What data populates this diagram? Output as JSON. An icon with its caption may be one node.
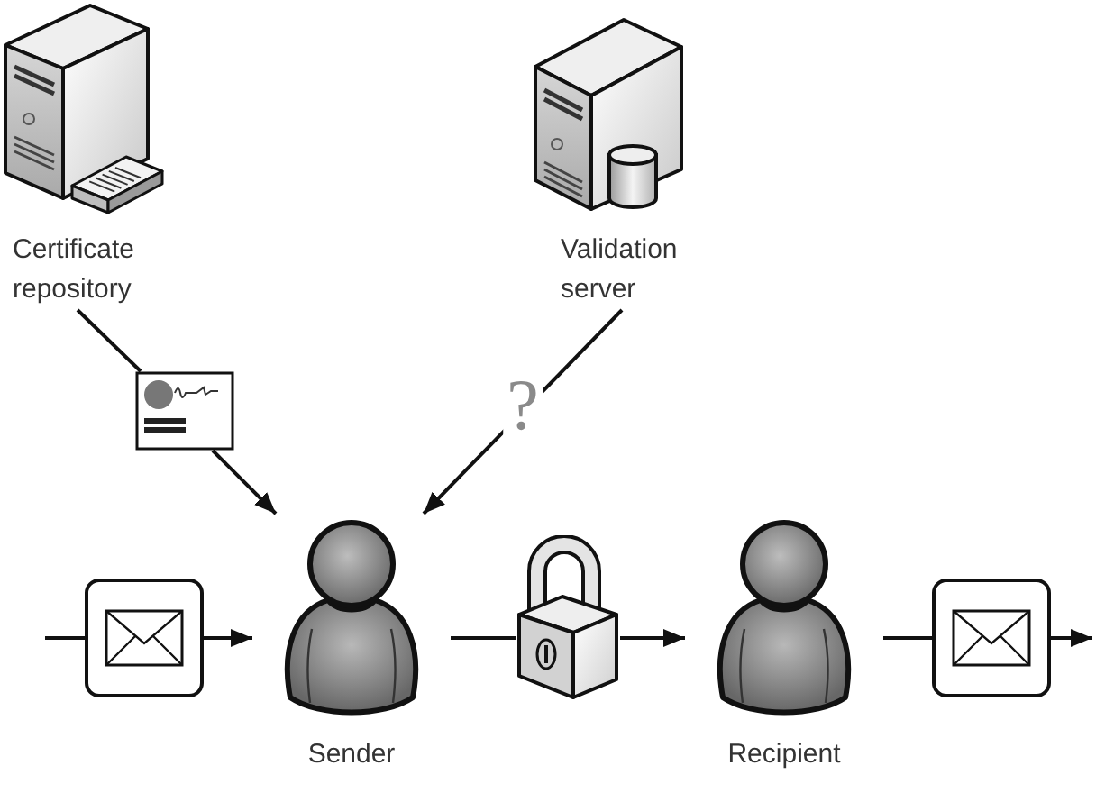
{
  "diagram": {
    "nodes": [
      {
        "text": [
          "Certificate repository"
        ]
      },
      {
        "text": [
          "Validation server"
        ]
      },
      {
        "text": [],
        "shape": "picture"
      },
      {
        "text": [],
        "shape": "box"
      },
      {
        "text": [
          "Sender"
        ]
      },
      {
        "text": [],
        "shape": "picture"
      },
      {
        "text": [
          "Recipient"
        ]
      },
      {
        "text": [],
        "shape": "box"
      }
    ],
    "edges": [
      {
        "from": 0,
        "to": 2,
        "arrow": "none"
      },
      {
        "from": 2,
        "to": 4,
        "arrow": "to"
      },
      {
        "from": 1,
        "to": 4,
        "arrow": "to",
        "label": "?"
      },
      {
        "from": null,
        "to": 3,
        "arrow": "none"
      },
      {
        "from": 3,
        "to": 4,
        "arrow": "to"
      },
      {
        "from": 4,
        "to": 5,
        "arrow": "none"
      },
      {
        "from": 5,
        "to": 6,
        "arrow": "to"
      },
      {
        "from": 6,
        "to": 7,
        "arrow": "none"
      },
      {
        "from": 7,
        "to": null,
        "arrow": "to"
      }
    ]
  }
}
